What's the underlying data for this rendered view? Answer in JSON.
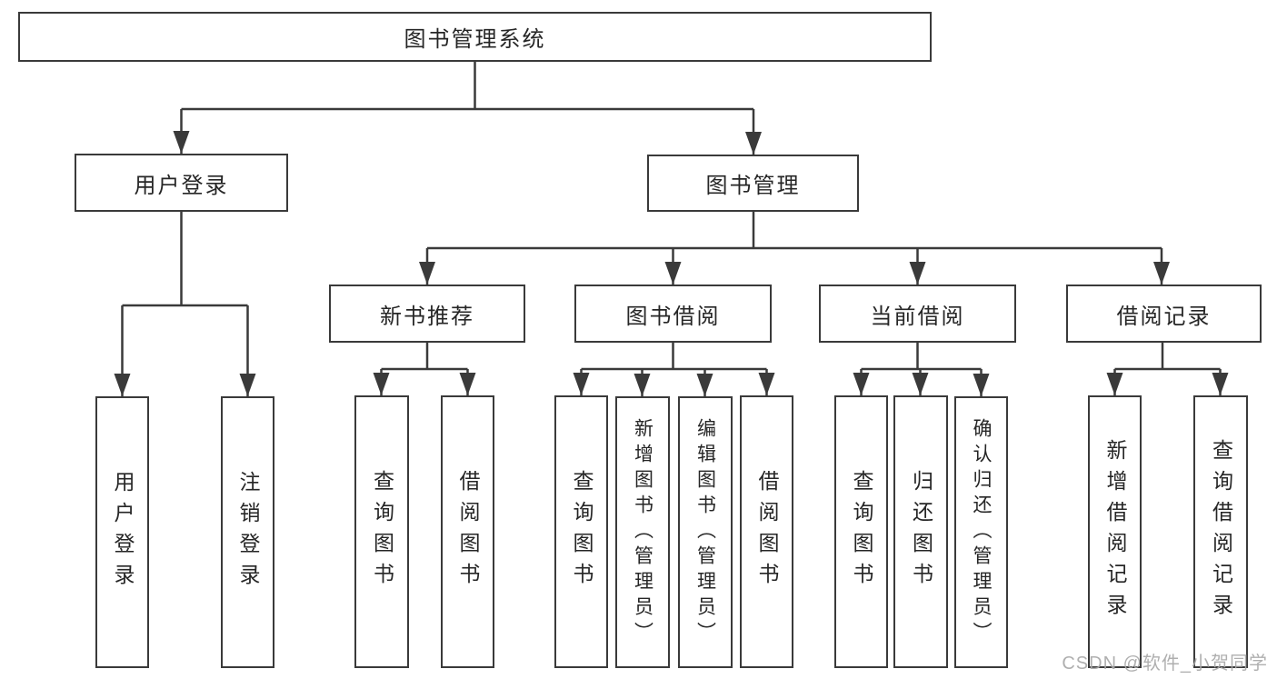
{
  "diagram": {
    "root": "图书管理系统",
    "level2": {
      "user_login": "用户登录",
      "book_management": "图书管理"
    },
    "level3": {
      "new_book_recommend": "新书推荐",
      "book_borrow": "图书借阅",
      "current_borrow": "当前借阅",
      "borrow_records": "借阅记录"
    },
    "leaves": {
      "user_login_login": "用户登录",
      "user_login_logout": "注销登录",
      "recommend_query_books": "查询图书",
      "recommend_borrow_books": "借阅图书",
      "borrow_query_books": "查询图书",
      "borrow_add_books": "新增图书（管理员）",
      "borrow_edit_books": "编辑图书（管理员）",
      "borrow_borrow_books": "借阅图书",
      "current_query_books": "查询图书",
      "current_return_books": "归还图书",
      "current_confirm_return": "确认归还（管理员）",
      "records_add_record": "新增借阅记录",
      "records_query_record": "查询借阅记录"
    }
  },
  "watermark": "CSDN @软件_小贺同学",
  "colors": {
    "line": "#3a3a3a",
    "box_border": "#3a3a3a",
    "box_background": "#ffffff",
    "text": "#262626",
    "watermark": "#a8a8a8",
    "page_background": "#ffffff"
  }
}
